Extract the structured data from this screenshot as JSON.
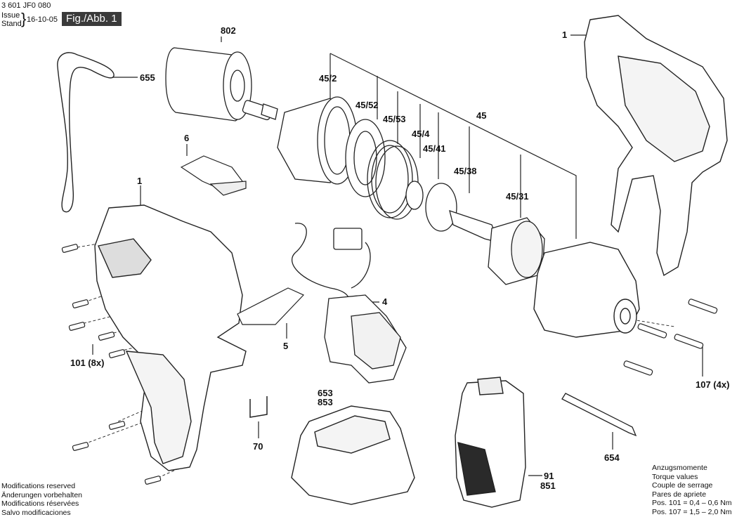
{
  "header": {
    "doc_number": "3 601 JF0 080",
    "issue_label_1": "Issue",
    "issue_label_2": "Stand",
    "brace": "}",
    "date": "16-10-05",
    "figure_tab": "Fig./Abb. 1"
  },
  "parts": {
    "p802": "802",
    "p655": "655",
    "p6": "6",
    "p1_left": "1",
    "p1_right": "1",
    "p45_2": "45/2",
    "p45_52": "45/52",
    "p45_53": "45/53",
    "p45_4": "45/4",
    "p45_41": "45/41",
    "p45": "45",
    "p45_38": "45/38",
    "p45_31": "45/31",
    "p4": "4",
    "p5": "5",
    "p101": "101 (8x)",
    "p107": "107 (4x)",
    "p653": "653",
    "p853": "853",
    "p70": "70",
    "p654": "654",
    "p91": "91",
    "p851": "851"
  },
  "footer": {
    "lines": [
      "Modifications reserved",
      "Änderungen vorbehalten",
      "Modifications réservées",
      "Salvo modificaciones"
    ]
  },
  "torque": {
    "lines": [
      "Anzugsmomente",
      "Torque values",
      "Couple de serrage",
      "Pares de apriete"
    ],
    "row1": "Pos.   101 =  0,4 – 0,6 Nm",
    "row2": "Pos.   107 =  1,5 – 2,0 Nm"
  },
  "colors": {
    "line": "#222222",
    "fill": "#ffffff",
    "dark": "#2a2a2a",
    "header_tab": "#3a3a3a"
  }
}
